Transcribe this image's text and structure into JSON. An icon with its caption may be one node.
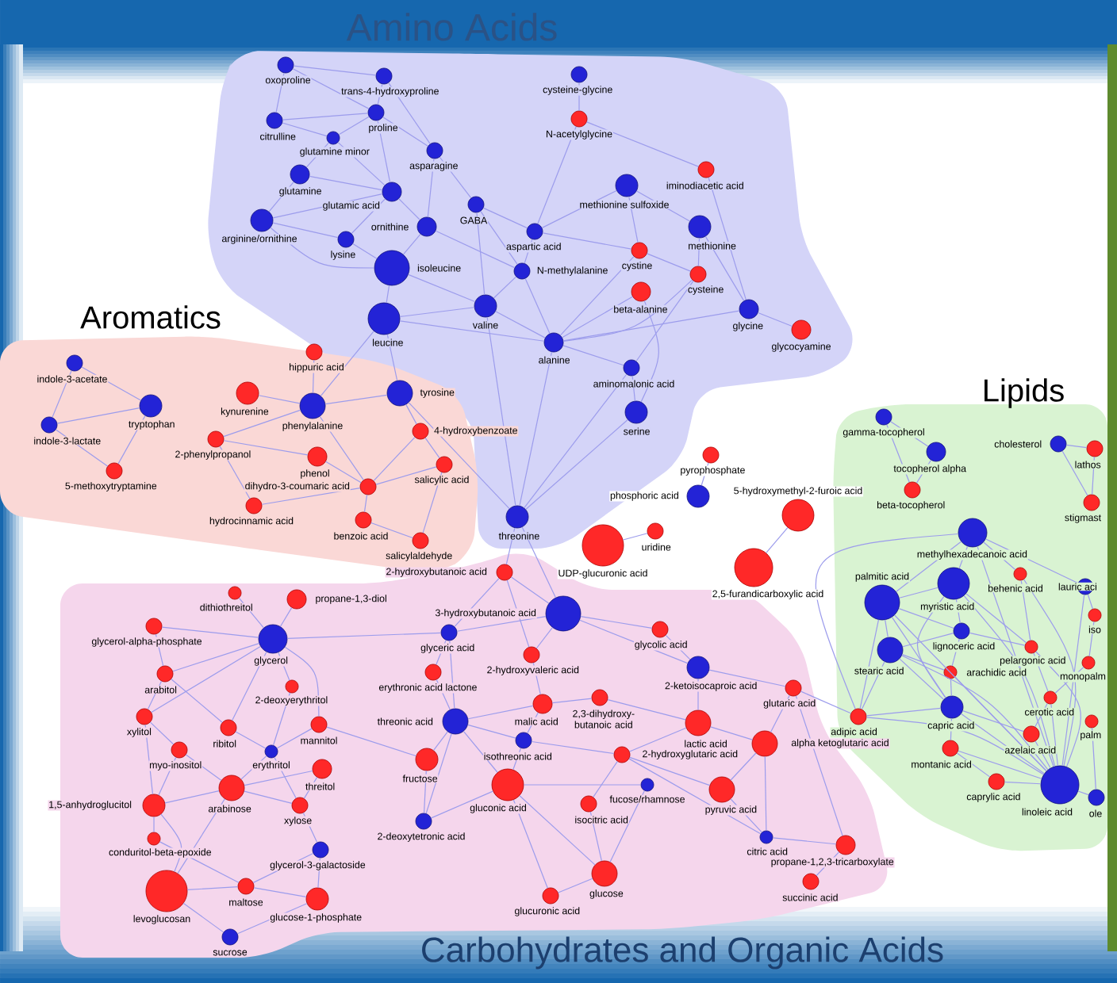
{
  "diagram": {
    "nodes": [
      {
        "text": [
          "Amino Acids"
        ]
      },
      {
        "text": [],
        "shape": "circle",
        "beside": [
          "oxoproline"
        ],
        "in": 0
      },
      {
        "text": [],
        "shape": "circle",
        "beside": [
          "trans-4-hydroxyproline"
        ],
        "in": 0
      },
      {
        "text": [],
        "shape": "circle",
        "beside": [
          "cysteine-glycine"
        ],
        "in": 0
      },
      {
        "text": [],
        "shape": "circle",
        "beside": [
          "citrulline"
        ],
        "in": 0
      },
      {
        "text": [],
        "shape": "circle",
        "beside": [
          "proline"
        ],
        "in": 0
      },
      {
        "text": [],
        "shape": "circle",
        "beside": [
          "N-acetylglycine"
        ],
        "in": 0
      },
      {
        "text": [],
        "shape": "circle",
        "beside": [
          "glutamine minor"
        ],
        "in": 0
      },
      {
        "text": [],
        "shape": "circle",
        "beside": [
          "asparagine"
        ],
        "in": 0
      },
      {
        "text": [],
        "shape": "circle",
        "beside": [
          "glutamine"
        ],
        "in": 0
      },
      {
        "text": [],
        "shape": "circle",
        "beside": [
          "iminodiacetic acid"
        ],
        "in": 0
      },
      {
        "text": [],
        "shape": "circle",
        "beside": [
          "methionine sulfoxide"
        ],
        "in": 0
      },
      {
        "text": [],
        "shape": "circle",
        "beside": [
          "glutamic acid"
        ],
        "in": 0
      },
      {
        "text": [],
        "shape": "circle",
        "beside": [
          "GABA"
        ],
        "in": 0
      },
      {
        "text": [],
        "shape": "circle",
        "beside": [
          "arginine/ornithine"
        ],
        "in": 0
      },
      {
        "text": [],
        "shape": "circle",
        "beside": [
          "ornithine"
        ],
        "in": 0
      },
      {
        "text": [],
        "shape": "circle",
        "beside": [
          "aspartic acid"
        ],
        "in": 0
      },
      {
        "text": [],
        "shape": "circle",
        "beside": [
          "methionine"
        ],
        "in": 0
      },
      {
        "text": [],
        "shape": "circle",
        "beside": [
          "lysine"
        ],
        "in": 0
      },
      {
        "text": [],
        "shape": "circle",
        "beside": [
          "cystine"
        ],
        "in": 0
      },
      {
        "text": [],
        "shape": "circle",
        "beside": [
          "isoleucine"
        ],
        "in": 0
      },
      {
        "text": [],
        "shape": "circle",
        "beside": [
          "N-methylalanine"
        ],
        "in": 0
      },
      {
        "text": [],
        "shape": "circle",
        "beside": [
          "cysteine"
        ],
        "in": 0
      },
      {
        "text": [],
        "shape": "circle",
        "beside": [
          "beta-alanine"
        ],
        "in": 0
      },
      {
        "text": [],
        "shape": "circle",
        "beside": [
          "valine"
        ],
        "in": 0
      },
      {
        "text": [],
        "shape": "circle",
        "beside": [
          "glycine"
        ],
        "in": 0
      },
      {
        "text": [],
        "shape": "circle",
        "beside": [
          "leucine"
        ],
        "in": 0
      },
      {
        "text": [],
        "shape": "circle",
        "beside": [
          "glycocyamine"
        ],
        "in": 0
      },
      {
        "text": [],
        "shape": "circle",
        "beside": [
          "alanine"
        ],
        "in": 0
      },
      {
        "text": [],
        "shape": "circle",
        "beside": [
          "aminomalonic acid"
        ],
        "in": 0
      },
      {
        "text": [],
        "shape": "circle",
        "beside": [
          "serine"
        ],
        "in": 0
      },
      {
        "text": [],
        "shape": "circle",
        "beside": [
          "threonine"
        ],
        "in": 0
      },
      {
        "text": [
          "Aromatics"
        ]
      },
      {
        "text": [],
        "shape": "circle",
        "beside": [
          "indole-3-acetate"
        ],
        "in": 32
      },
      {
        "text": [],
        "shape": "circle",
        "beside": [
          "hippuric acid"
        ],
        "in": 32
      },
      {
        "text": [],
        "shape": "circle",
        "beside": [
          "kynurenine"
        ],
        "in": 32
      },
      {
        "text": [],
        "shape": "circle",
        "beside": [
          "phenylalanine"
        ],
        "in": 32
      },
      {
        "text": [],
        "shape": "circle",
        "beside": [
          "tyrosine"
        ],
        "in": 32
      },
      {
        "text": [],
        "shape": "circle",
        "beside": [
          "tryptophan"
        ],
        "in": 32
      },
      {
        "text": [],
        "shape": "circle",
        "beside": [
          "indole-3-lactate"
        ],
        "in": 32
      },
      {
        "text": [],
        "shape": "circle",
        "beside": [
          "2-phenylpropanol"
        ],
        "in": 32
      },
      {
        "text": [],
        "shape": "circle",
        "beside": [
          "4-hydroxybenzoate"
        ],
        "in": 32
      },
      {
        "text": [],
        "shape": "circle",
        "beside": [
          "phenol"
        ],
        "in": 32
      },
      {
        "text": [],
        "shape": "circle",
        "beside": [
          "salicylic acid"
        ],
        "in": 32
      },
      {
        "text": [],
        "shape": "circle",
        "beside": [
          "5-methoxytryptamine"
        ],
        "in": 32
      },
      {
        "text": [],
        "shape": "circle",
        "beside": [
          "dihydro-3-coumaric acid"
        ],
        "in": 32
      },
      {
        "text": [],
        "shape": "circle",
        "beside": [
          "hydrocinnamic acid"
        ],
        "in": 32
      },
      {
        "text": [],
        "shape": "circle",
        "beside": [
          "benzoic acid"
        ],
        "in": 32
      },
      {
        "text": [],
        "shape": "circle",
        "beside": [
          "salicylaldehyde"
        ],
        "in": 32
      },
      {
        "text": [],
        "shape": "circle",
        "beside": [
          "pyrophosphate"
        ]
      },
      {
        "text": [],
        "shape": "circle",
        "beside": [
          "phosphoric acid"
        ]
      },
      {
        "text": [],
        "shape": "circle",
        "beside": [
          "uridine"
        ]
      },
      {
        "text": [],
        "shape": "circle",
        "beside": [
          "UDP-glucuronic acid"
        ]
      },
      {
        "text": [],
        "shape": "circle",
        "beside": [
          "5-hydroxymethyl-2-furoic acid"
        ]
      },
      {
        "text": [],
        "shape": "circle",
        "beside": [
          "2,5-furandicarboxylic acid"
        ]
      },
      {
        "text": [
          "Lipids"
        ]
      },
      {
        "text": [],
        "shape": "circle",
        "beside": [
          "gamma-tocopherol"
        ],
        "in": 55
      },
      {
        "text": [],
        "shape": "circle",
        "beside": [
          "cholesterol"
        ],
        "in": 55
      },
      {
        "text": [],
        "shape": "circle",
        "beside": [
          "lathos"
        ],
        "in": 55
      },
      {
        "text": [],
        "shape": "circle",
        "beside": [
          "tocopherol alpha"
        ],
        "in": 55
      },
      {
        "text": [],
        "shape": "circle",
        "beside": [
          "beta-tocopherol"
        ],
        "in": 55
      },
      {
        "text": [],
        "shape": "circle",
        "beside": [
          "stigmast"
        ],
        "in": 55
      },
      {
        "text": [],
        "shape": "circle",
        "beside": [
          "methylhexadecanoic acid"
        ],
        "in": 55
      },
      {
        "text": [],
        "shape": "circle",
        "beside": [
          "behenic acid"
        ],
        "in": 55
      },
      {
        "text": [],
        "shape": "circle",
        "beside": [
          "myristic acid"
        ],
        "in": 55
      },
      {
        "text": [],
        "shape": "circle",
        "beside": [
          "lauric aci"
        ],
        "in": 55
      },
      {
        "text": [],
        "shape": "circle",
        "beside": [
          "palmitic acid"
        ],
        "in": 55
      },
      {
        "text": [],
        "shape": "circle",
        "beside": [
          "iso"
        ],
        "in": 55
      },
      {
        "text": [],
        "shape": "circle",
        "beside": [
          "lignoceric acid"
        ],
        "in": 55
      },
      {
        "text": [],
        "shape": "circle",
        "beside": [
          "stearic acid"
        ],
        "in": 55
      },
      {
        "text": [],
        "shape": "circle",
        "beside": [
          "pelargonic acid"
        ],
        "in": 55
      },
      {
        "text": [],
        "shape": "circle",
        "beside": [
          "monopalm"
        ],
        "in": 55
      },
      {
        "text": [],
        "shape": "circle",
        "beside": [
          "arachidic acid"
        ],
        "in": 55
      },
      {
        "text": [],
        "shape": "circle",
        "beside": [
          "capric acid"
        ],
        "in": 55
      },
      {
        "text": [],
        "shape": "circle",
        "beside": [
          "cerotic acid"
        ],
        "in": 55
      },
      {
        "text": [],
        "shape": "circle",
        "beside": [
          "adipic acid"
        ],
        "in": 55
      },
      {
        "text": [],
        "shape": "circle",
        "beside": [
          "palm"
        ],
        "in": 55
      },
      {
        "text": [],
        "shape": "circle",
        "beside": [
          "azelaic acid"
        ],
        "in": 55
      },
      {
        "text": [],
        "shape": "circle",
        "beside": [
          "montanic acid"
        ],
        "in": 55
      },
      {
        "text": [],
        "shape": "circle",
        "beside": [
          "ole"
        ],
        "in": 55
      },
      {
        "text": [],
        "shape": "circle",
        "beside": [
          "caprylic acid"
        ],
        "in": 55
      },
      {
        "text": [],
        "shape": "circle",
        "beside": [
          "linoleic acid"
        ],
        "in": 55
      },
      {
        "text": [
          "Carbohydrates and Organic Acids"
        ]
      },
      {
        "text": [],
        "shape": "circle",
        "beside": [
          "dithiothreitol"
        ],
        "in": 82
      },
      {
        "text": [],
        "shape": "circle",
        "beside": [
          "propane-1,3-diol"
        ],
        "in": 82
      },
      {
        "text": [],
        "shape": "circle",
        "beside": [
          "glycerol-alpha-phosphate"
        ],
        "in": 82
      },
      {
        "text": [],
        "shape": "circle",
        "beside": [
          "glycerol"
        ],
        "in": 82
      },
      {
        "text": [],
        "shape": "circle",
        "beside": [
          "arabitol"
        ],
        "in": 82
      },
      {
        "text": [],
        "shape": "circle",
        "beside": [
          "2-deoxyerythritol"
        ],
        "in": 82
      },
      {
        "text": [],
        "shape": "circle",
        "beside": [
          "xylitol"
        ],
        "in": 82
      },
      {
        "text": [],
        "shape": "circle",
        "beside": [
          "ribitol"
        ],
        "in": 82
      },
      {
        "text": [],
        "shape": "circle",
        "beside": [
          "mannitol"
        ],
        "in": 82
      },
      {
        "text": [],
        "shape": "circle",
        "beside": [
          "myo-inositol"
        ],
        "in": 82
      },
      {
        "text": [],
        "shape": "circle",
        "beside": [
          "erythritol"
        ],
        "in": 82
      },
      {
        "text": [],
        "shape": "circle",
        "beside": [
          "threitol"
        ],
        "in": 82
      },
      {
        "text": [],
        "shape": "circle",
        "beside": [
          "arabinose"
        ],
        "in": 82
      },
      {
        "text": [],
        "shape": "circle",
        "beside": [
          "1,5-anhydroglucitol"
        ],
        "in": 82
      },
      {
        "text": [],
        "shape": "circle",
        "beside": [
          "xylose"
        ],
        "in": 82
      },
      {
        "text": [],
        "shape": "circle",
        "beside": [
          "conduritol-beta-epoxide"
        ],
        "in": 82
      },
      {
        "text": [],
        "shape": "circle",
        "beside": [
          "glycerol-3-galactoside"
        ],
        "in": 82
      },
      {
        "text": [],
        "shape": "circle",
        "beside": [
          "levoglucosan"
        ],
        "in": 82
      },
      {
        "text": [],
        "shape": "circle",
        "beside": [
          "maltose"
        ],
        "in": 82
      },
      {
        "text": [],
        "shape": "circle",
        "beside": [
          "glucose-1-phosphate"
        ],
        "in": 82
      },
      {
        "text": [],
        "shape": "circle",
        "beside": [
          "sucrose"
        ],
        "in": 82
      },
      {
        "text": [],
        "shape": "circle",
        "beside": [
          "2-hydroxybutanoic acid"
        ],
        "in": 82
      },
      {
        "text": [],
        "shape": "circle",
        "beside": [
          "3-hydroxybutanoic acid"
        ],
        "in": 82
      },
      {
        "text": [],
        "shape": "circle",
        "beside": [
          "glyceric acid"
        ],
        "in": 82
      },
      {
        "text": [],
        "shape": "circle",
        "beside": [
          "glycolic acid"
        ],
        "in": 82
      },
      {
        "text": [],
        "shape": "circle",
        "beside": [
          "2-hydroxyvaleric acid"
        ],
        "in": 82
      },
      {
        "text": [],
        "shape": "circle",
        "beside": [
          "erythronic acid lactone"
        ],
        "in": 82
      },
      {
        "text": [],
        "shape": "circle",
        "beside": [
          "2-ketoisocaproic acid"
        ],
        "in": 82
      },
      {
        "text": [],
        "shape": "circle",
        "beside": [
          "malic acid"
        ],
        "in": 82
      },
      {
        "text": [],
        "shape": "circle",
        "beside": [
          "2,3-dihydroxy-butanoic acid"
        ],
        "in": 82
      },
      {
        "text": [],
        "shape": "circle",
        "beside": [
          "glutaric acid"
        ],
        "in": 82
      },
      {
        "text": [],
        "shape": "circle",
        "beside": [
          "threonic acid"
        ],
        "in": 82
      },
      {
        "text": [],
        "shape": "circle",
        "beside": [
          "lactic acid"
        ],
        "in": 82
      },
      {
        "text": [],
        "shape": "circle",
        "beside": [
          "isothreonic acid"
        ],
        "in": 82
      },
      {
        "text": [],
        "shape": "circle",
        "beside": [
          "2-hydroxyglutaric acid"
        ],
        "in": 82
      },
      {
        "text": [],
        "shape": "circle",
        "beside": [
          "alpha ketoglutaric acid"
        ],
        "in": 82
      },
      {
        "text": [],
        "shape": "circle",
        "beside": [
          "fructose"
        ],
        "in": 82
      },
      {
        "text": [],
        "shape": "circle",
        "beside": [
          "gluconic acid"
        ],
        "in": 82
      },
      {
        "text": [],
        "shape": "circle",
        "beside": [
          "fucose/rhamnose"
        ],
        "in": 82
      },
      {
        "text": [],
        "shape": "circle",
        "beside": [
          "isocitric acid"
        ],
        "in": 82
      },
      {
        "text": [],
        "shape": "circle",
        "beside": [
          "pyruvic acid"
        ],
        "in": 82
      },
      {
        "text": [],
        "shape": "circle",
        "beside": [
          "2-deoxytetronic acid"
        ],
        "in": 82
      },
      {
        "text": [],
        "shape": "circle",
        "beside": [
          "citric acid"
        ],
        "in": 82
      },
      {
        "text": [],
        "shape": "circle",
        "beside": [
          "propane-1,2,3-tricarboxylate"
        ],
        "in": 82
      },
      {
        "text": [],
        "shape": "circle",
        "beside": [
          "glucose"
        ],
        "in": 82
      },
      {
        "text": [],
        "shape": "circle",
        "beside": [
          "succinic acid"
        ],
        "in": 82
      },
      {
        "text": [],
        "shape": "circle",
        "beside": [
          "glucuronic acid"
        ],
        "in": 82
      }
    ],
    "edges": [
      {
        "from": 1,
        "to": 2,
        "arrow": "none"
      },
      {
        "from": 1,
        "to": 4,
        "arrow": "none"
      },
      {
        "from": 1,
        "to": 5,
        "arrow": "none"
      },
      {
        "from": 2,
        "to": 5,
        "arrow": "none"
      },
      {
        "from": 4,
        "to": 5,
        "arrow": "none"
      },
      {
        "from": 4,
        "to": 7,
        "arrow": "none"
      },
      {
        "from": 5,
        "to": 7,
        "arrow": "none"
      },
      {
        "from": 5,
        "to": 8,
        "arrow": "none"
      },
      {
        "from": 7,
        "to": 9,
        "arrow": "none"
      },
      {
        "from": 5,
        "to": 12,
        "arrow": "none"
      },
      {
        "from": 7,
        "to": 12,
        "arrow": "none"
      },
      {
        "from": 9,
        "to": 14,
        "arrow": "none"
      },
      {
        "from": 9,
        "to": 12,
        "arrow": "none"
      },
      {
        "from": 12,
        "to": 14,
        "arrow": "none"
      },
      {
        "from": 12,
        "to": 18,
        "arrow": "none"
      },
      {
        "from": 14,
        "to": 18,
        "arrow": "none"
      },
      {
        "from": 8,
        "to": 13,
        "arrow": "none"
      },
      {
        "from": 8,
        "to": 15,
        "arrow": "none"
      },
      {
        "from": 12,
        "to": 15,
        "arrow": "none"
      },
      {
        "from": 13,
        "to": 16,
        "arrow": "none"
      },
      {
        "from": 15,
        "to": 20,
        "arrow": "none"
      },
      {
        "from": 18,
        "to": 20,
        "arrow": "none"
      },
      {
        "from": 20,
        "to": 26,
        "arrow": "none"
      },
      {
        "from": 14,
        "to": 20,
        "arrow": "none"
      },
      {
        "from": 13,
        "to": 21,
        "arrow": "none"
      },
      {
        "from": 16,
        "to": 21,
        "arrow": "none"
      },
      {
        "from": 21,
        "to": 24,
        "arrow": "none"
      },
      {
        "from": 24,
        "to": 26,
        "arrow": "none"
      },
      {
        "from": 20,
        "to": 24,
        "arrow": "none"
      },
      {
        "from": 26,
        "to": 28,
        "arrow": "none"
      },
      {
        "from": 24,
        "to": 28,
        "arrow": "none"
      },
      {
        "from": 21,
        "to": 28,
        "arrow": "none"
      },
      {
        "from": 23,
        "to": 28,
        "arrow": "none"
      },
      {
        "from": 19,
        "to": 28,
        "arrow": "none"
      },
      {
        "from": 22,
        "to": 28,
        "arrow": "none"
      },
      {
        "from": 25,
        "to": 28,
        "arrow": "none"
      },
      {
        "from": 28,
        "to": 29,
        "arrow": "none"
      },
      {
        "from": 29,
        "to": 30,
        "arrow": "none"
      },
      {
        "from": 11,
        "to": 16,
        "arrow": "none"
      },
      {
        "from": 11,
        "to": 17,
        "arrow": "none"
      },
      {
        "from": 17,
        "to": 22,
        "arrow": "none"
      },
      {
        "from": 19,
        "to": 22,
        "arrow": "none"
      },
      {
        "from": 17,
        "to": 25,
        "arrow": "none"
      },
      {
        "from": 25,
        "to": 27,
        "arrow": "none"
      },
      {
        "from": 10,
        "to": 25,
        "arrow": "none"
      },
      {
        "from": 6,
        "to": 10,
        "arrow": "none"
      },
      {
        "from": 3,
        "to": 6,
        "arrow": "none"
      },
      {
        "from": 6,
        "to": 16,
        "arrow": "none"
      },
      {
        "from": 11,
        "to": 19,
        "arrow": "none"
      },
      {
        "from": 23,
        "to": 30,
        "arrow": "none"
      },
      {
        "from": 22,
        "to": 29,
        "arrow": "none"
      },
      {
        "from": 24,
        "to": 31,
        "arrow": "none"
      },
      {
        "from": 28,
        "to": 31,
        "arrow": "none"
      },
      {
        "from": 30,
        "to": 31,
        "arrow": "none"
      },
      {
        "from": 29,
        "to": 31,
        "arrow": "none"
      },
      {
        "from": 16,
        "to": 19,
        "arrow": "none"
      },
      {
        "from": 13,
        "to": 24,
        "arrow": "none"
      },
      {
        "from": 2,
        "to": 8,
        "arrow": "none"
      },
      {
        "from": 15,
        "to": 21,
        "arrow": "none"
      },
      {
        "from": 33,
        "to": 38,
        "arrow": "none"
      },
      {
        "from": 33,
        "to": 39,
        "arrow": "none"
      },
      {
        "from": 38,
        "to": 39,
        "arrow": "none"
      },
      {
        "from": 39,
        "to": 44,
        "arrow": "none"
      },
      {
        "from": 38,
        "to": 44,
        "arrow": "none"
      },
      {
        "from": 34,
        "to": 36,
        "arrow": "none"
      },
      {
        "from": 35,
        "to": 36,
        "arrow": "none"
      },
      {
        "from": 36,
        "to": 37,
        "arrow": "none"
      },
      {
        "from": 36,
        "to": 40,
        "arrow": "none"
      },
      {
        "from": 40,
        "to": 42,
        "arrow": "none"
      },
      {
        "from": 42,
        "to": 45,
        "arrow": "none"
      },
      {
        "from": 36,
        "to": 45,
        "arrow": "none"
      },
      {
        "from": 37,
        "to": 41,
        "arrow": "none"
      },
      {
        "from": 41,
        "to": 43,
        "arrow": "none"
      },
      {
        "from": 41,
        "to": 45,
        "arrow": "none"
      },
      {
        "from": 43,
        "to": 45,
        "arrow": "none"
      },
      {
        "from": 45,
        "to": 47,
        "arrow": "none"
      },
      {
        "from": 47,
        "to": 48,
        "arrow": "none"
      },
      {
        "from": 43,
        "to": 48,
        "arrow": "none"
      },
      {
        "from": 45,
        "to": 46,
        "arrow": "none"
      },
      {
        "from": 40,
        "to": 46,
        "arrow": "none"
      },
      {
        "from": 26,
        "to": 37,
        "arrow": "none"
      },
      {
        "from": 26,
        "to": 36,
        "arrow": "none"
      },
      {
        "from": 37,
        "to": 31,
        "arrow": "none"
      },
      {
        "from": 49,
        "to": 50,
        "arrow": "none"
      },
      {
        "from": 51,
        "to": 52,
        "arrow": "none"
      },
      {
        "from": 53,
        "to": 54,
        "arrow": "none"
      },
      {
        "from": 31,
        "to": 104,
        "arrow": "none"
      },
      {
        "from": 31,
        "to": 105,
        "arrow": "none"
      },
      {
        "from": 56,
        "to": 59,
        "arrow": "none"
      },
      {
        "from": 56,
        "to": 60,
        "arrow": "none"
      },
      {
        "from": 59,
        "to": 60,
        "arrow": "none"
      },
      {
        "from": 57,
        "to": 58,
        "arrow": "none"
      },
      {
        "from": 57,
        "to": 61,
        "arrow": "none"
      },
      {
        "from": 58,
        "to": 61,
        "arrow": "none"
      },
      {
        "from": 62,
        "to": 64,
        "arrow": "none"
      },
      {
        "from": 62,
        "to": 66,
        "arrow": "none"
      },
      {
        "from": 62,
        "to": 63,
        "arrow": "none"
      },
      {
        "from": 64,
        "to": 66,
        "arrow": "none"
      },
      {
        "from": 64,
        "to": 68,
        "arrow": "none"
      },
      {
        "from": 66,
        "to": 68,
        "arrow": "none"
      },
      {
        "from": 66,
        "to": 69,
        "arrow": "none"
      },
      {
        "from": 68,
        "to": 69,
        "arrow": "none"
      },
      {
        "from": 69,
        "to": 72,
        "arrow": "none"
      },
      {
        "from": 69,
        "to": 73,
        "arrow": "none"
      },
      {
        "from": 72,
        "to": 73,
        "arrow": "none"
      },
      {
        "from": 64,
        "to": 73,
        "arrow": "none"
      },
      {
        "from": 66,
        "to": 73,
        "arrow": "none"
      },
      {
        "from": 73,
        "to": 81,
        "arrow": "none"
      },
      {
        "from": 72,
        "to": 81,
        "arrow": "none"
      },
      {
        "from": 77,
        "to": 81,
        "arrow": "none"
      },
      {
        "from": 78,
        "to": 81,
        "arrow": "none"
      },
      {
        "from": 80,
        "to": 81,
        "arrow": "none"
      },
      {
        "from": 74,
        "to": 81,
        "arrow": "none"
      },
      {
        "from": 70,
        "to": 81,
        "arrow": "none"
      },
      {
        "from": 63,
        "to": 81,
        "arrow": "none"
      },
      {
        "from": 65,
        "to": 81,
        "arrow": "none"
      },
      {
        "from": 64,
        "to": 81,
        "arrow": "none"
      },
      {
        "from": 62,
        "to": 81,
        "arrow": "none"
      },
      {
        "from": 66,
        "to": 81,
        "arrow": "none"
      },
      {
        "from": 69,
        "to": 81,
        "arrow": "none"
      },
      {
        "from": 73,
        "to": 77,
        "arrow": "none"
      },
      {
        "from": 73,
        "to": 78,
        "arrow": "none"
      },
      {
        "from": 66,
        "to": 75,
        "arrow": "none"
      },
      {
        "from": 69,
        "to": 75,
        "arrow": "none"
      },
      {
        "from": 73,
        "to": 75,
        "arrow": "none"
      },
      {
        "from": 75,
        "to": 81,
        "arrow": "none"
      },
      {
        "from": 62,
        "to": 75,
        "arrow": "none"
      },
      {
        "from": 68,
        "to": 70,
        "arrow": "none"
      },
      {
        "from": 70,
        "to": 74,
        "arrow": "none"
      },
      {
        "from": 71,
        "to": 74,
        "arrow": "none"
      },
      {
        "from": 65,
        "to": 67,
        "arrow": "none"
      },
      {
        "from": 76,
        "to": 79,
        "arrow": "none"
      },
      {
        "from": 79,
        "to": 81,
        "arrow": "none"
      },
      {
        "from": 78,
        "to": 80,
        "arrow": "none"
      },
      {
        "from": 62,
        "to": 65,
        "arrow": "none"
      },
      {
        "from": 63,
        "to": 70,
        "arrow": "none"
      },
      {
        "from": 68,
        "to": 72,
        "arrow": "none"
      },
      {
        "from": 74,
        "to": 77,
        "arrow": "none"
      },
      {
        "from": 67,
        "to": 71,
        "arrow": "none"
      },
      {
        "from": 64,
        "to": 70,
        "arrow": "none"
      },
      {
        "from": 75,
        "to": 113,
        "arrow": "none"
      },
      {
        "from": 84,
        "to": 86,
        "arrow": "none"
      },
      {
        "from": 83,
        "to": 86,
        "arrow": "none"
      },
      {
        "from": 85,
        "to": 86,
        "arrow": "none"
      },
      {
        "from": 85,
        "to": 87,
        "arrow": "none"
      },
      {
        "from": 86,
        "to": 87,
        "arrow": "none"
      },
      {
        "from": 86,
        "to": 88,
        "arrow": "none"
      },
      {
        "from": 86,
        "to": 89,
        "arrow": "none"
      },
      {
        "from": 86,
        "to": 90,
        "arrow": "none"
      },
      {
        "from": 86,
        "to": 91,
        "arrow": "none"
      },
      {
        "from": 87,
        "to": 89,
        "arrow": "none"
      },
      {
        "from": 87,
        "to": 90,
        "arrow": "none"
      },
      {
        "from": 88,
        "to": 93,
        "arrow": "none"
      },
      {
        "from": 89,
        "to": 92,
        "arrow": "none"
      },
      {
        "from": 90,
        "to": 93,
        "arrow": "none"
      },
      {
        "from": 91,
        "to": 93,
        "arrow": "none"
      },
      {
        "from": 92,
        "to": 95,
        "arrow": "none"
      },
      {
        "from": 93,
        "to": 95,
        "arrow": "none"
      },
      {
        "from": 94,
        "to": 95,
        "arrow": "none"
      },
      {
        "from": 95,
        "to": 96,
        "arrow": "none"
      },
      {
        "from": 95,
        "to": 97,
        "arrow": "none"
      },
      {
        "from": 96,
        "to": 98,
        "arrow": "none"
      },
      {
        "from": 96,
        "to": 100,
        "arrow": "none"
      },
      {
        "from": 97,
        "to": 99,
        "arrow": "none"
      },
      {
        "from": 99,
        "to": 101,
        "arrow": "none"
      },
      {
        "from": 100,
        "to": 101,
        "arrow": "none"
      },
      {
        "from": 101,
        "to": 102,
        "arrow": "none"
      },
      {
        "from": 99,
        "to": 102,
        "arrow": "none"
      },
      {
        "from": 95,
        "to": 100,
        "arrow": "none"
      },
      {
        "from": 92,
        "to": 96,
        "arrow": "none"
      },
      {
        "from": 93,
        "to": 97,
        "arrow": "none"
      },
      {
        "from": 94,
        "to": 97,
        "arrow": "none"
      },
      {
        "from": 100,
        "to": 103,
        "arrow": "none"
      },
      {
        "from": 102,
        "to": 103,
        "arrow": "none"
      },
      {
        "from": 86,
        "to": 106,
        "arrow": "none"
      },
      {
        "from": 91,
        "to": 119,
        "arrow": "none"
      },
      {
        "from": 98,
        "to": 101,
        "arrow": "none"
      },
      {
        "from": 89,
        "to": 96,
        "arrow": "none"
      },
      {
        "from": 104,
        "to": 105,
        "arrow": "none"
      },
      {
        "from": 104,
        "to": 106,
        "arrow": "none"
      },
      {
        "from": 104,
        "to": 108,
        "arrow": "none"
      },
      {
        "from": 105,
        "to": 106,
        "arrow": "none"
      },
      {
        "from": 105,
        "to": 108,
        "arrow": "none"
      },
      {
        "from": 105,
        "to": 107,
        "arrow": "none"
      },
      {
        "from": 105,
        "to": 110,
        "arrow": "none"
      },
      {
        "from": 106,
        "to": 109,
        "arrow": "none"
      },
      {
        "from": 106,
        "to": 114,
        "arrow": "none"
      },
      {
        "from": 108,
        "to": 111,
        "arrow": "none"
      },
      {
        "from": 109,
        "to": 114,
        "arrow": "none"
      },
      {
        "from": 111,
        "to": 114,
        "arrow": "none"
      },
      {
        "from": 111,
        "to": 116,
        "arrow": "none"
      },
      {
        "from": 111,
        "to": 112,
        "arrow": "none"
      },
      {
        "from": 112,
        "to": 115,
        "arrow": "none"
      },
      {
        "from": 114,
        "to": 116,
        "arrow": "none"
      },
      {
        "from": 114,
        "to": 119,
        "arrow": "none"
      },
      {
        "from": 114,
        "to": 120,
        "arrow": "none"
      },
      {
        "from": 116,
        "to": 120,
        "arrow": "none"
      },
      {
        "from": 116,
        "to": 117,
        "arrow": "none"
      },
      {
        "from": 117,
        "to": 122,
        "arrow": "none"
      },
      {
        "from": 115,
        "to": 117,
        "arrow": "none"
      },
      {
        "from": 110,
        "to": 115,
        "arrow": "none"
      },
      {
        "from": 110,
        "to": 113,
        "arrow": "none"
      },
      {
        "from": 113,
        "to": 118,
        "arrow": "none"
      },
      {
        "from": 115,
        "to": 118,
        "arrow": "none"
      },
      {
        "from": 118,
        "to": 123,
        "arrow": "none"
      },
      {
        "from": 123,
        "to": 125,
        "arrow": "none"
      },
      {
        "from": 125,
        "to": 126,
        "arrow": "none"
      },
      {
        "from": 113,
        "to": 126,
        "arrow": "none"
      },
      {
        "from": 126,
        "to": 128,
        "arrow": "none"
      },
      {
        "from": 118,
        "to": 125,
        "arrow": "none"
      },
      {
        "from": 120,
        "to": 121,
        "arrow": "none"
      },
      {
        "from": 121,
        "to": 127,
        "arrow": "none"
      },
      {
        "from": 122,
        "to": 127,
        "arrow": "none"
      },
      {
        "from": 120,
        "to": 127,
        "arrow": "none"
      },
      {
        "from": 120,
        "to": 129,
        "arrow": "none"
      },
      {
        "from": 127,
        "to": 129,
        "arrow": "none"
      },
      {
        "from": 119,
        "to": 124,
        "arrow": "none"
      },
      {
        "from": 120,
        "to": 124,
        "arrow": "none"
      },
      {
        "from": 114,
        "to": 124,
        "arrow": "none"
      },
      {
        "from": 117,
        "to": 123,
        "arrow": "none"
      },
      {
        "from": 117,
        "to": 125,
        "arrow": "none"
      },
      {
        "from": 107,
        "to": 110,
        "arrow": "none"
      }
    ]
  }
}
